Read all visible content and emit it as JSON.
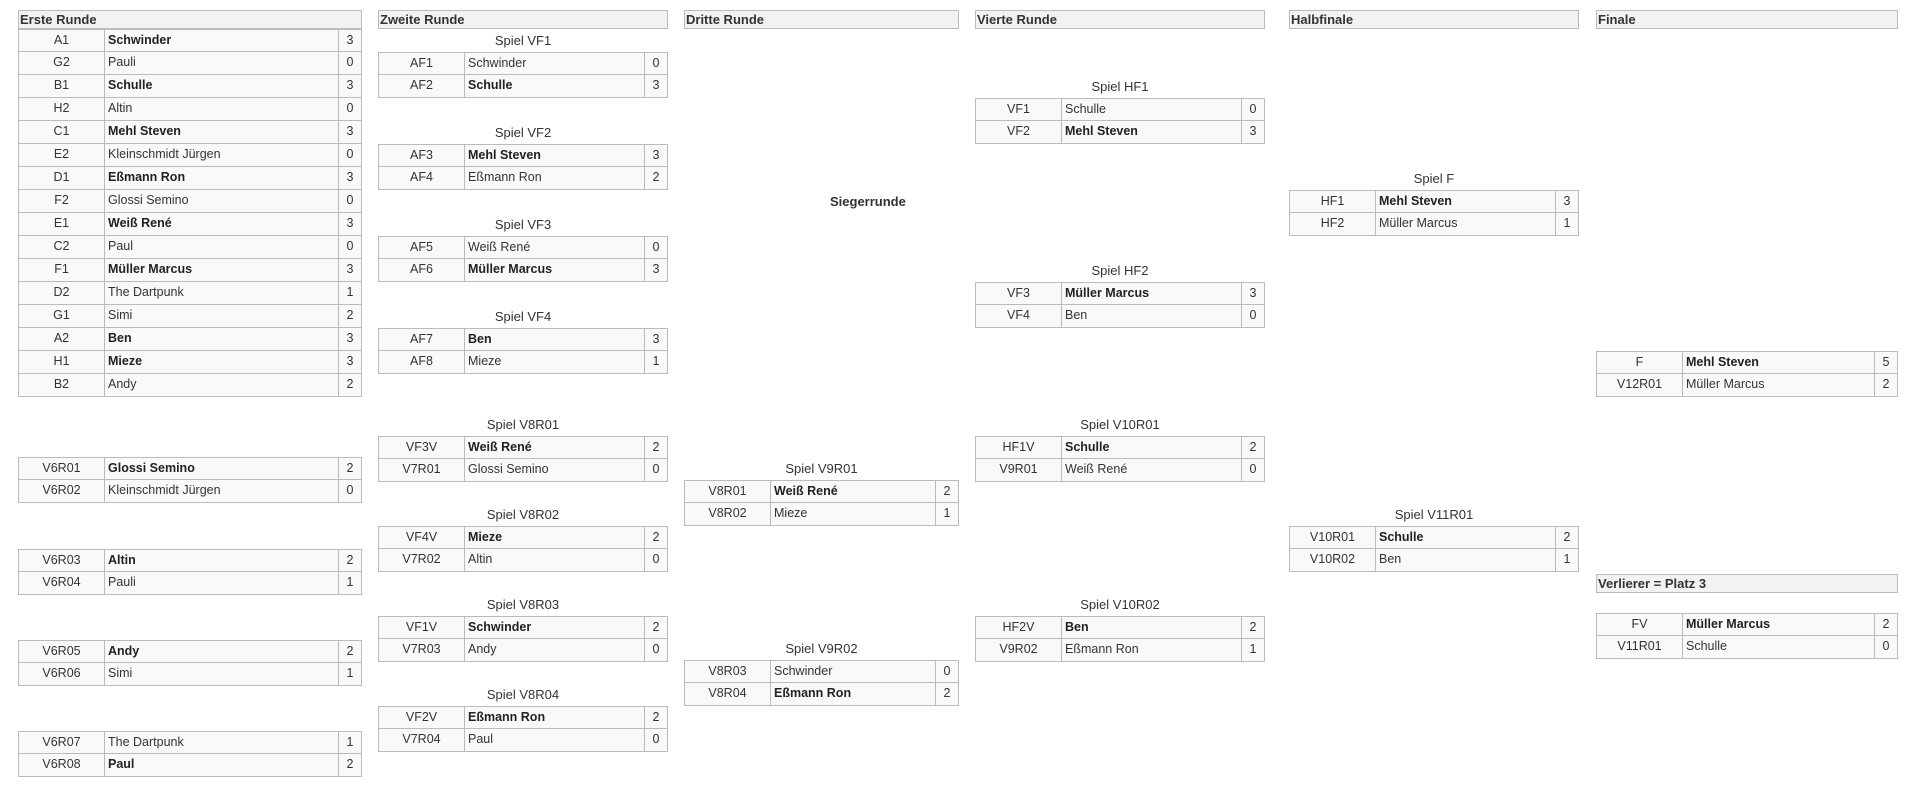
{
  "round_headers": [
    "Erste Runde",
    "Zweite Runde",
    "Dritte Runde",
    "Vierte Runde",
    "Halbfinale",
    "Finale"
  ],
  "siegerrunde_label": "Siegerrunde",
  "verlierer_label": "Verlierer = Platz 3",
  "first_round": [
    {
      "seed": "A1",
      "name": "Schwinder",
      "score": "3",
      "win": true
    },
    {
      "seed": "G2",
      "name": "Pauli",
      "score": "0",
      "win": false
    },
    {
      "seed": "B1",
      "name": "Schulle",
      "score": "3",
      "win": true
    },
    {
      "seed": "H2",
      "name": "Altin",
      "score": "0",
      "win": false
    },
    {
      "seed": "C1",
      "name": "Mehl Steven",
      "score": "3",
      "win": true
    },
    {
      "seed": "E2",
      "name": "Kleinschmidt Jürgen",
      "score": "0",
      "win": false
    },
    {
      "seed": "D1",
      "name": "Eßmann Ron",
      "score": "3",
      "win": true
    },
    {
      "seed": "F2",
      "name": "Glossi Semino",
      "score": "0",
      "win": false
    },
    {
      "seed": "E1",
      "name": "Weiß René",
      "score": "3",
      "win": true
    },
    {
      "seed": "C2",
      "name": "Paul",
      "score": "0",
      "win": false
    },
    {
      "seed": "F1",
      "name": "Müller Marcus",
      "score": "3",
      "win": true
    },
    {
      "seed": "D2",
      "name": "The Dartpunk",
      "score": "1",
      "win": false
    },
    {
      "seed": "G1",
      "name": "Simi",
      "score": "2",
      "win": false
    },
    {
      "seed": "A2",
      "name": "Ben",
      "score": "3",
      "win": true
    },
    {
      "seed": "H1",
      "name": "Mieze",
      "score": "3",
      "win": true
    },
    {
      "seed": "B2",
      "name": "Andy",
      "score": "2",
      "win": false
    }
  ],
  "v6_pairs": [
    [
      {
        "seed": "V6R01",
        "name": "Glossi Semino",
        "score": "2",
        "win": true
      },
      {
        "seed": "V6R02",
        "name": "Kleinschmidt Jürgen",
        "score": "0",
        "win": false
      }
    ],
    [
      {
        "seed": "V6R03",
        "name": "Altin",
        "score": "2",
        "win": true
      },
      {
        "seed": "V6R04",
        "name": "Pauli",
        "score": "1",
        "win": false
      }
    ],
    [
      {
        "seed": "V6R05",
        "name": "Andy",
        "score": "2",
        "win": true
      },
      {
        "seed": "V6R06",
        "name": "Simi",
        "score": "1",
        "win": false
      }
    ],
    [
      {
        "seed": "V6R07",
        "name": "The Dartpunk",
        "score": "1",
        "win": false
      },
      {
        "seed": "V6R08",
        "name": "Paul",
        "score": "2",
        "win": true
      }
    ]
  ],
  "vf_matches": [
    {
      "title": "Spiel VF1",
      "rows": [
        {
          "seed": "AF1",
          "name": "Schwinder",
          "score": "0",
          "win": false
        },
        {
          "seed": "AF2",
          "name": "Schulle",
          "score": "3",
          "win": true
        }
      ]
    },
    {
      "title": "Spiel VF2",
      "rows": [
        {
          "seed": "AF3",
          "name": "Mehl Steven",
          "score": "3",
          "win": true
        },
        {
          "seed": "AF4",
          "name": "Eßmann Ron",
          "score": "2",
          "win": false
        }
      ]
    },
    {
      "title": "Spiel VF3",
      "rows": [
        {
          "seed": "AF5",
          "name": "Weiß René",
          "score": "0",
          "win": false
        },
        {
          "seed": "AF6",
          "name": "Müller Marcus",
          "score": "3",
          "win": true
        }
      ]
    },
    {
      "title": "Spiel VF4",
      "rows": [
        {
          "seed": "AF7",
          "name": "Ben",
          "score": "3",
          "win": true
        },
        {
          "seed": "AF8",
          "name": "Mieze",
          "score": "1",
          "win": false
        }
      ]
    }
  ],
  "v8_matches": [
    {
      "title": "Spiel V8R01",
      "rows": [
        {
          "seed": "VF3V",
          "name": "Weiß René",
          "score": "2",
          "win": true
        },
        {
          "seed": "V7R01",
          "name": "Glossi Semino",
          "score": "0",
          "win": false
        }
      ]
    },
    {
      "title": "Spiel V8R02",
      "rows": [
        {
          "seed": "VF4V",
          "name": "Mieze",
          "score": "2",
          "win": true
        },
        {
          "seed": "V7R02",
          "name": "Altin",
          "score": "0",
          "win": false
        }
      ]
    },
    {
      "title": "Spiel V8R03",
      "rows": [
        {
          "seed": "VF1V",
          "name": "Schwinder",
          "score": "2",
          "win": true
        },
        {
          "seed": "V7R03",
          "name": "Andy",
          "score": "0",
          "win": false
        }
      ]
    },
    {
      "title": "Spiel V8R04",
      "rows": [
        {
          "seed": "VF2V",
          "name": "Eßmann Ron",
          "score": "2",
          "win": true
        },
        {
          "seed": "V7R04",
          "name": "Paul",
          "score": "0",
          "win": false
        }
      ]
    }
  ],
  "v9_matches": [
    {
      "title": "Spiel V9R01",
      "rows": [
        {
          "seed": "V8R01",
          "name": "Weiß René",
          "score": "2",
          "win": true
        },
        {
          "seed": "V8R02",
          "name": "Mieze",
          "score": "1",
          "win": false
        }
      ]
    },
    {
      "title": "Spiel V9R02",
      "rows": [
        {
          "seed": "V8R03",
          "name": "Schwinder",
          "score": "0",
          "win": false
        },
        {
          "seed": "V8R04",
          "name": "Eßmann Ron",
          "score": "2",
          "win": true
        }
      ]
    }
  ],
  "hf_matches": [
    {
      "title": "Spiel HF1",
      "rows": [
        {
          "seed": "VF1",
          "name": "Schulle",
          "score": "0",
          "win": false
        },
        {
          "seed": "VF2",
          "name": "Mehl Steven",
          "score": "3",
          "win": true
        }
      ]
    },
    {
      "title": "Spiel HF2",
      "rows": [
        {
          "seed": "VF3",
          "name": "Müller Marcus",
          "score": "3",
          "win": true
        },
        {
          "seed": "VF4",
          "name": "Ben",
          "score": "0",
          "win": false
        }
      ]
    }
  ],
  "v10_matches": [
    {
      "title": "Spiel V10R01",
      "rows": [
        {
          "seed": "HF1V",
          "name": "Schulle",
          "score": "2",
          "win": true
        },
        {
          "seed": "V9R01",
          "name": "Weiß René",
          "score": "0",
          "win": false
        }
      ]
    },
    {
      "title": "Spiel V10R02",
      "rows": [
        {
          "seed": "HF2V",
          "name": "Ben",
          "score": "2",
          "win": true
        },
        {
          "seed": "V9R02",
          "name": "Eßmann Ron",
          "score": "1",
          "win": false
        }
      ]
    }
  ],
  "f_match": {
    "title": "Spiel F",
    "rows": [
      {
        "seed": "HF1",
        "name": "Mehl Steven",
        "score": "3",
        "win": true
      },
      {
        "seed": "HF2",
        "name": "Müller Marcus",
        "score": "1",
        "win": false
      }
    ]
  },
  "v11_match": {
    "title": "Spiel V11R01",
    "rows": [
      {
        "seed": "V10R01",
        "name": "Schulle",
        "score": "2",
        "win": true
      },
      {
        "seed": "V10R02",
        "name": "Ben",
        "score": "1",
        "win": false
      }
    ]
  },
  "final_result": [
    {
      "seed": "F",
      "name": "Mehl Steven",
      "score": "5",
      "win": true
    },
    {
      "seed": "V12R01",
      "name": "Müller Marcus",
      "score": "2",
      "win": false
    }
  ],
  "third_place": [
    {
      "seed": "FV",
      "name": "Müller Marcus",
      "score": "2",
      "win": true
    },
    {
      "seed": "V11R01",
      "name": "Schulle",
      "score": "0",
      "win": false
    }
  ]
}
